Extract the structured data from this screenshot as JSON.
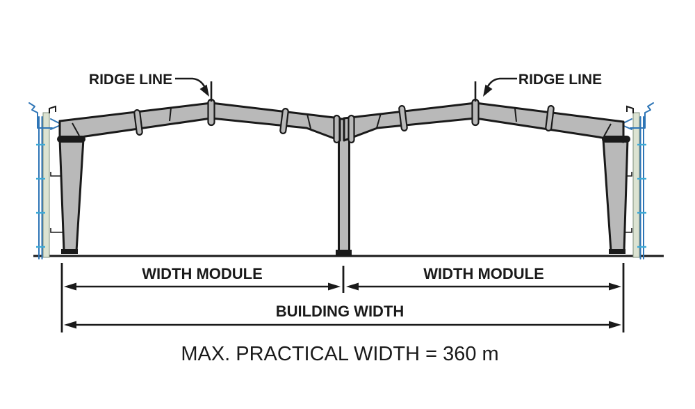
{
  "labels": {
    "ridge_line_left": "RIDGE LINE",
    "ridge_line_right": "RIDGE LINE",
    "width_module_left": "WIDTH MODULE",
    "width_module_right": "WIDTH MODULE",
    "building_width": "BUILDING WIDTH",
    "max_practical_width": "MAX. PRACTICAL WIDTH = 360 m"
  },
  "colors": {
    "ink": "#1a1a1a",
    "steel": "#b9b9b9",
    "blue": "#2e75b6",
    "cyan": "#3fa9d5",
    "panel": "#dce3d2",
    "panel-edge": "#7f8f7f",
    "bg": "#ffffff"
  }
}
